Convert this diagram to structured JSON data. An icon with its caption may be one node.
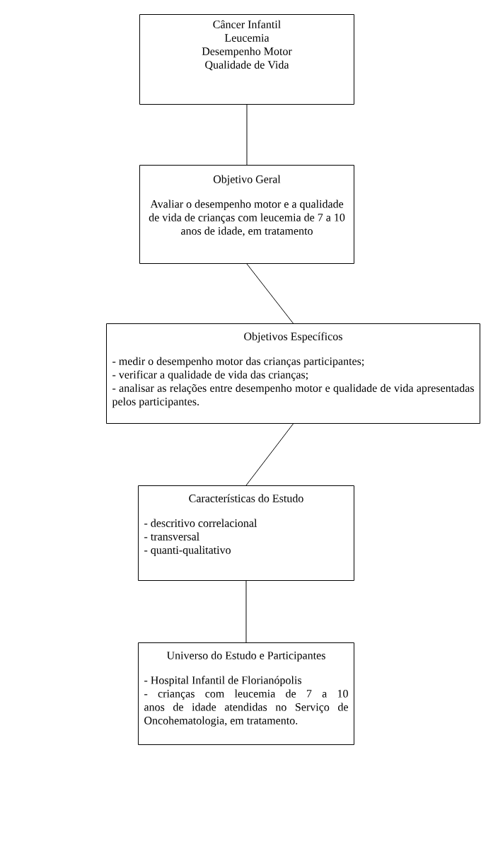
{
  "diagram": {
    "nodes": [
      {
        "text": [
          "Câncer Infantil",
          "Leucemia",
          "Desempenho Motor",
          "Qualidade de Vida"
        ]
      },
      {
        "text": [
          "Objetivo Geral",
          "Avaliar o desempenho motor e a qualidade de vida de crianças com leucemia de 7 a 10 anos de idade, em tratamento"
        ]
      },
      {
        "text": [
          "Objetivos Específicos",
          "- medir o desempenho motor das crianças participantes;",
          "- verificar a qualidade de vida das crianças;",
          "- analisar as relações entre desempenho motor e qualidade de vida apresentadas pelos participantes."
        ]
      },
      {
        "text": [
          "Características do Estudo",
          "- descritivo correlacional",
          "- transversal",
          "- quanti-qualitativo"
        ]
      },
      {
        "text": [
          "Universo do Estudo e Participantes",
          "- Hospital Infantil de Florianópolis",
          "- crianças com leucemia de 7 a 10 anos de idade atendidas no Serviço de Oncohematologia, em tratamento."
        ]
      }
    ],
    "edges": [
      {
        "from": 0,
        "to": 1,
        "arrow": "none"
      },
      {
        "from": 1,
        "to": 2,
        "arrow": "none"
      },
      {
        "from": 2,
        "to": 3,
        "arrow": "none"
      },
      {
        "from": 3,
        "to": 4,
        "arrow": "none"
      }
    ]
  }
}
